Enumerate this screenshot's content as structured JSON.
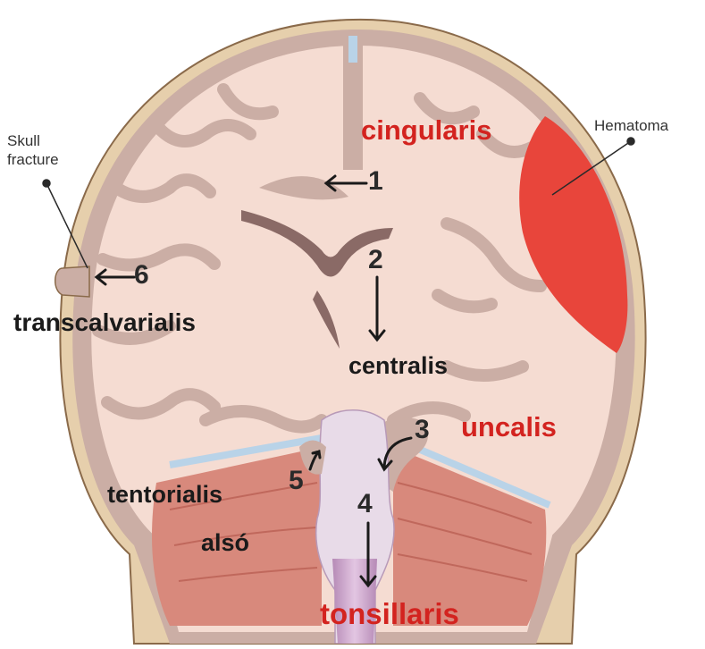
{
  "diagram": {
    "labels": {
      "skull_fracture": "Skull\nfracture",
      "hematoma": "Hematoma",
      "cingularis": "cingularis",
      "transcalvarialis": "transcalvarialis",
      "centralis": "centralis",
      "uncalis": "uncalis",
      "tentorialis": "tentorialis",
      "also": "alsó",
      "tonsillaris": "tonsillaris"
    },
    "numbers": [
      "1",
      "2",
      "3",
      "4",
      "5",
      "6"
    ],
    "colors": {
      "skull": "#e2c9a6",
      "gray_matter": "#cdb3ab",
      "white_matter": "#f6ddd4",
      "hematoma": "#e8453b",
      "cerebellum": "#d6877a",
      "csf": "#b9d3e8",
      "brainstem": "#e7dbe8",
      "label_red": "#d3231f"
    }
  }
}
